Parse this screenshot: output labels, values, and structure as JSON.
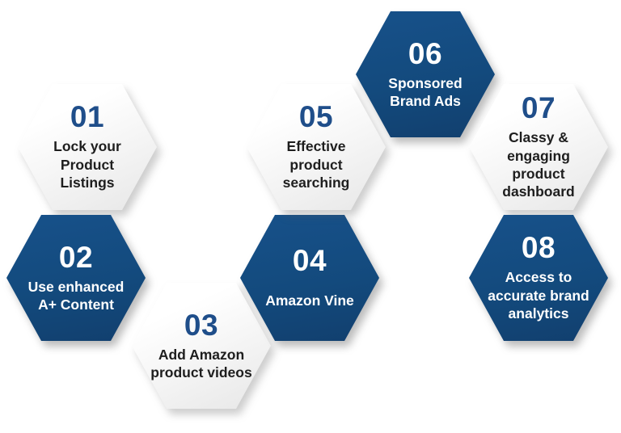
{
  "colors": {
    "hex_fill_blue": "#134A7D",
    "number_blue": "#1F4E8A",
    "label_dark": "#1E1E1E",
    "text_on_blue": "#FFFFFF",
    "hex_fill_light_start": "#FFFFFF",
    "hex_fill_light_end": "#E7E7E7"
  },
  "hexagons": [
    {
      "number": "01",
      "label": "Lock your\nProduct\nListings",
      "variant": "light"
    },
    {
      "number": "02",
      "label": "Use enhanced\nA+ Content",
      "variant": "blue"
    },
    {
      "number": "03",
      "label": "Add Amazon\nproduct videos",
      "variant": "light"
    },
    {
      "number": "04",
      "label": "Amazon Vine",
      "variant": "blue"
    },
    {
      "number": "05",
      "label": "Effective\nproduct\nsearching",
      "variant": "light"
    },
    {
      "number": "06",
      "label": "Sponsored\nBrand Ads",
      "variant": "blue"
    },
    {
      "number": "07",
      "label": "Classy & engaging\nproduct\ndashboard",
      "variant": "light"
    },
    {
      "number": "08",
      "label": "Access to\naccurate brand\nanalytics",
      "variant": "blue"
    }
  ]
}
